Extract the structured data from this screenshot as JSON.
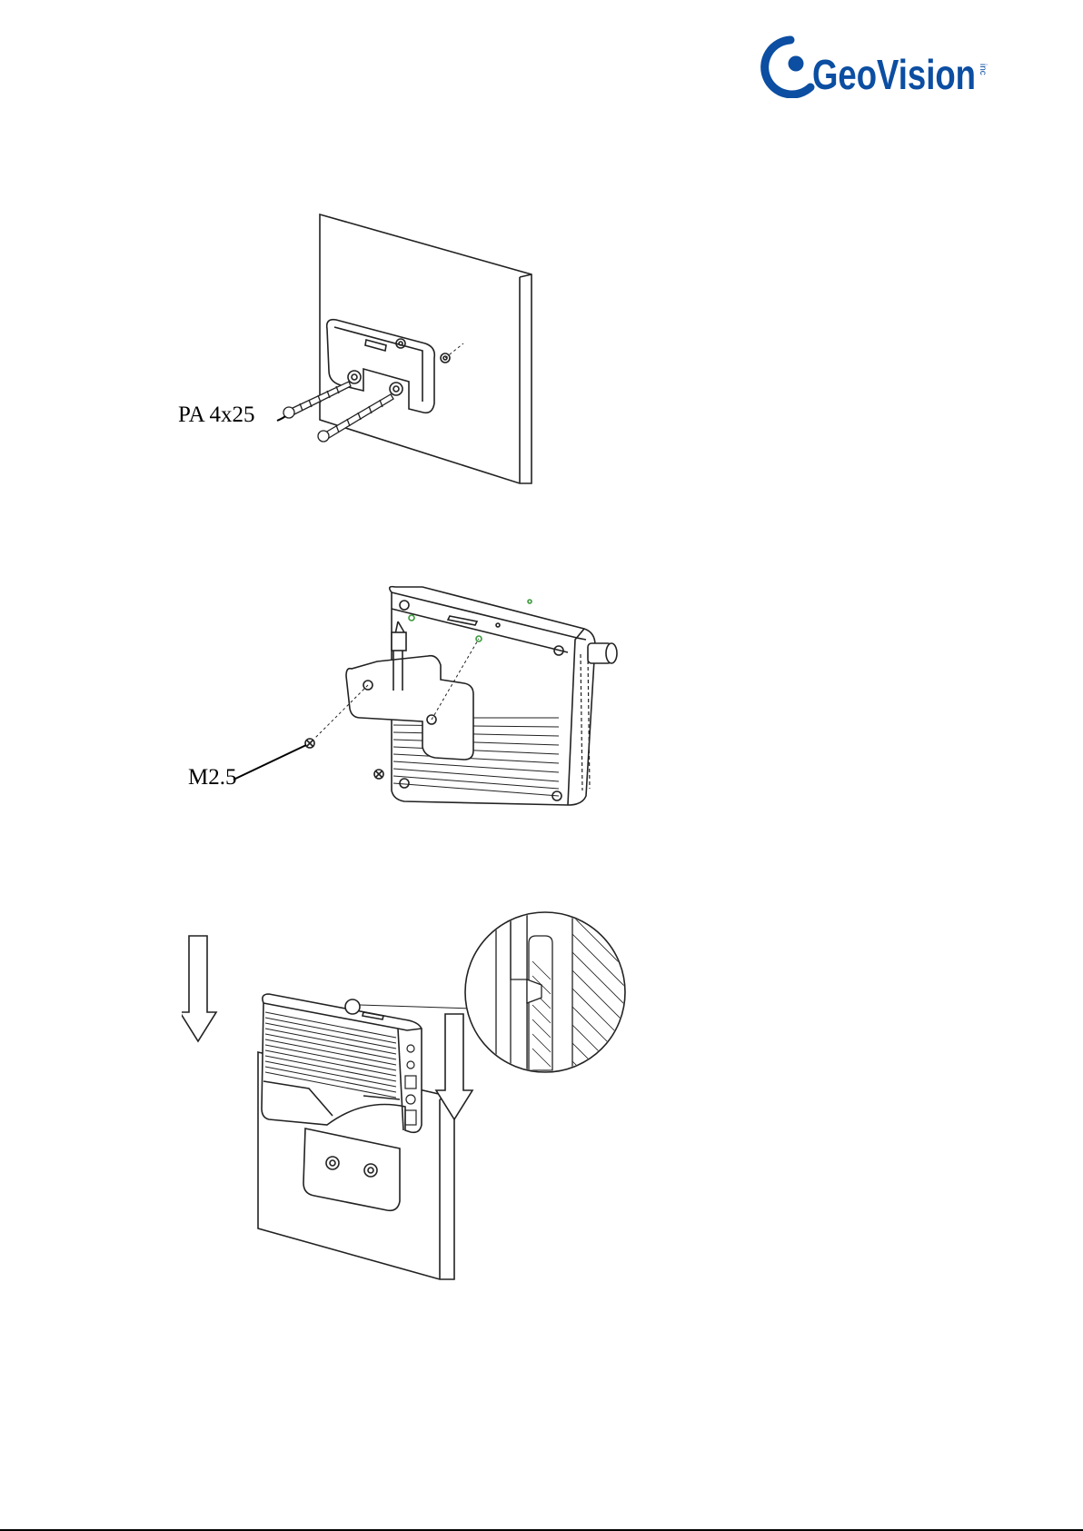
{
  "header": {
    "logo_text": "GeoVision",
    "logo_suffix": "inc",
    "brand_color": "#0b4ea2"
  },
  "figures": [
    {
      "id": "wall-plate-mount",
      "callout": "PA 4x25"
    },
    {
      "id": "bracket-attach",
      "callout": "M2.5"
    },
    {
      "id": "slide-onto-plate",
      "callout": ""
    }
  ]
}
